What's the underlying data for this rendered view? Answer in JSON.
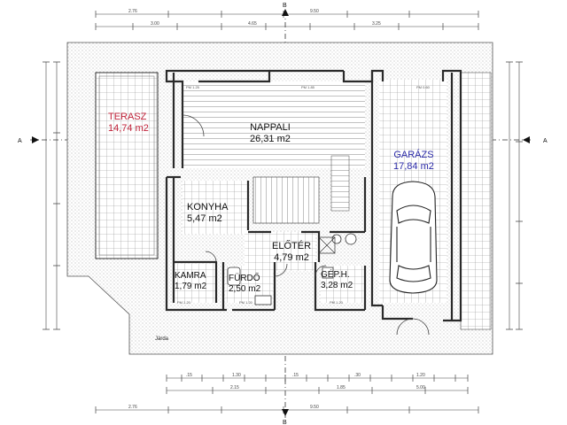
{
  "rooms": {
    "terasz": {
      "name": "TERASZ",
      "area": "14,74 m2"
    },
    "nappali": {
      "name": "NAPPALI",
      "area": "26,31 m2"
    },
    "garazs": {
      "name": "GARÁZS",
      "area": "17,84 m2"
    },
    "konyha": {
      "name": "KONYHA",
      "area": "5,47 m2"
    },
    "eloter": {
      "name": "ELŐTÉR",
      "area": "4,79 m2"
    },
    "kamra": {
      "name": "KAMRA",
      "area": "1,79 m2"
    },
    "furdo": {
      "name": "FÜRDŐ",
      "area": "2,50 m2"
    },
    "geph": {
      "name": "GÉP.H.",
      "area": "3,28 m2"
    }
  },
  "sidewalk": "Járda",
  "section_markers": {
    "a": "A",
    "b": "B"
  },
  "colors": {
    "terasz": "#c0233a",
    "garazs": "#2b2aa8",
    "wall": "#2a2a2a",
    "grid": "#9a9a9a"
  },
  "icons": [
    "car-icon",
    "section-arrow-icon"
  ]
}
